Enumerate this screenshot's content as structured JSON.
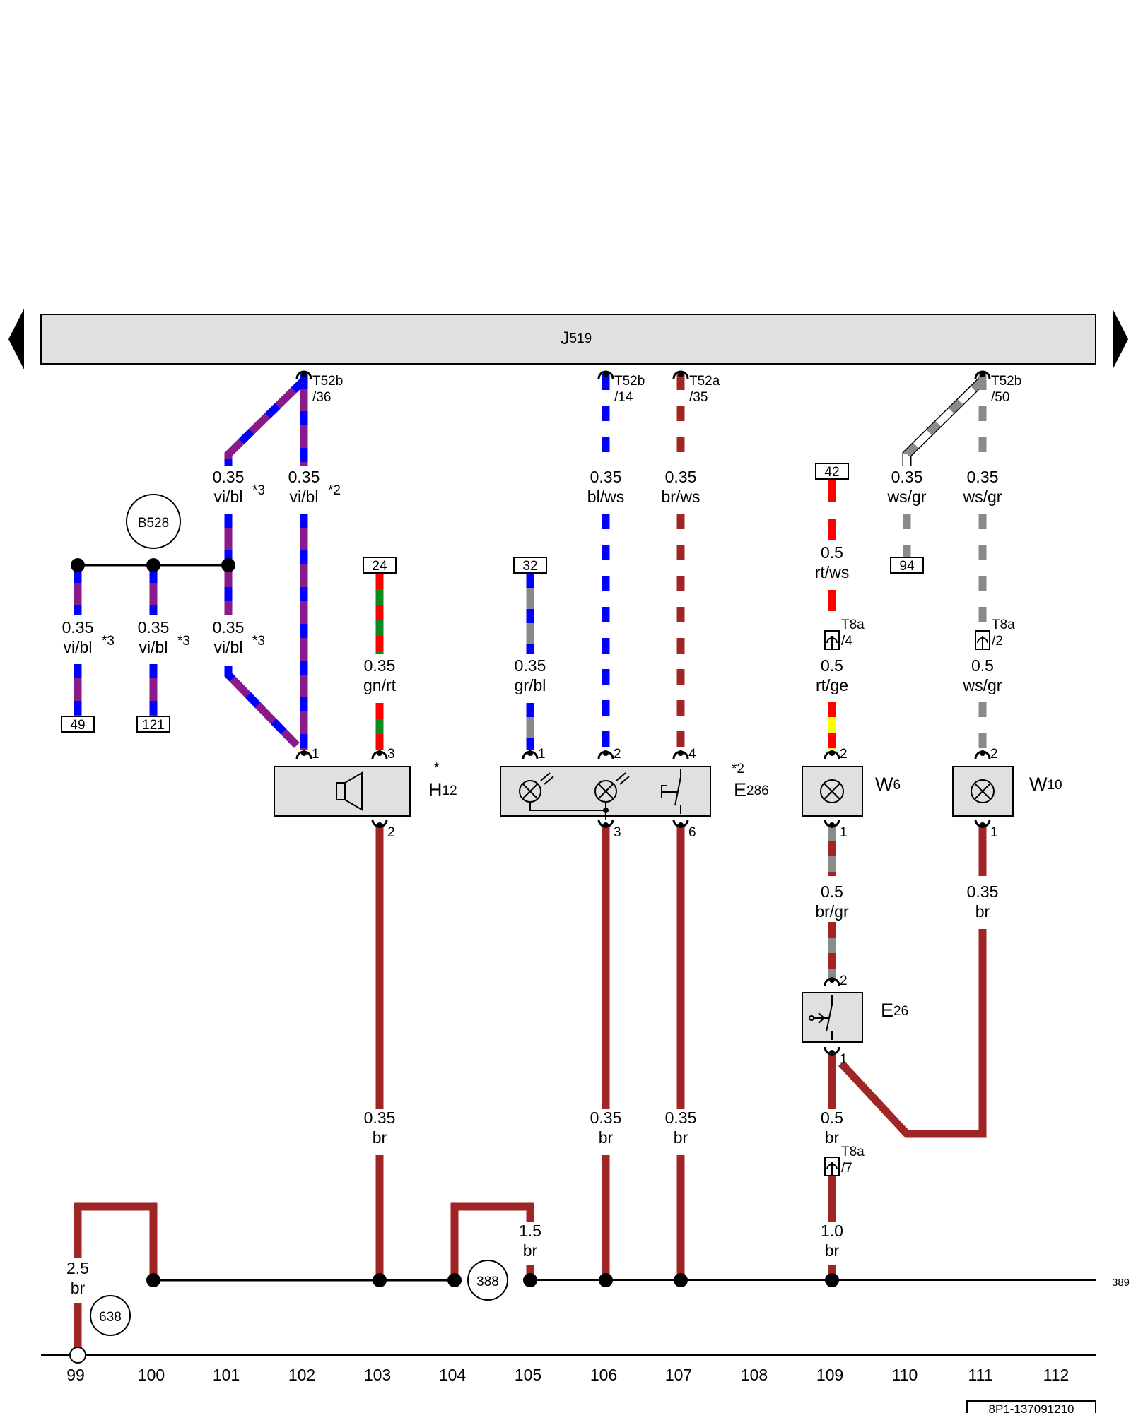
{
  "header": {
    "module": "J519",
    "module_letter": "J",
    "module_number": "519",
    "nav_prev_icon": "triangle-left-icon",
    "nav_next_icon": "triangle-right-icon"
  },
  "colors": {
    "violet": "#8a1a8a",
    "blue": "#0000ff",
    "brown": "#a02626",
    "white": "#ffffff",
    "red": "#ff0000",
    "green": "#0a8a22",
    "grey": "#8a8a8a",
    "yellow": "#ffff00",
    "component_fill": "#e0e0e0"
  },
  "connectors": {
    "t52b_36": [
      "T52b",
      "/36"
    ],
    "t52b_14": [
      "T52b",
      "/14"
    ],
    "t52a_35": [
      "T52a",
      "/35"
    ],
    "t52b_50": [
      "T52b",
      "/50"
    ],
    "t8a_4": [
      "T8a",
      "/4"
    ],
    "t8a_2": [
      "T8a",
      "/2"
    ],
    "t8a_7": [
      "T8a",
      "/7"
    ]
  },
  "wires": {
    "w101a": [
      "0.35",
      "vi/bl"
    ],
    "w102a": [
      "0.35",
      "vi/bl"
    ],
    "w106a": [
      "0.35",
      "bl/ws"
    ],
    "w107a": [
      "0.35",
      "br/ws"
    ],
    "w110a": [
      "0.35",
      "ws/gr"
    ],
    "w111a": [
      "0.35",
      "ws/gr"
    ],
    "w99b": [
      "0.35",
      "vi/bl"
    ],
    "w100b": [
      "0.35",
      "vi/bl"
    ],
    "w101b": [
      "0.35",
      "vi/bl"
    ],
    "w103": [
      "0.35",
      "gn/rt"
    ],
    "w105": [
      "0.35",
      "gr/bl"
    ],
    "w109a": [
      "0.5",
      "rt/ws"
    ],
    "w109b": [
      "0.5",
      "rt/ge"
    ],
    "w111b": [
      "0.5",
      "ws/gr"
    ],
    "w109c": [
      "0.5",
      "br/gr"
    ],
    "w111c": [
      "0.35",
      "br"
    ],
    "w103g": [
      "0.35",
      "br"
    ],
    "w106g": [
      "0.35",
      "br"
    ],
    "w107g": [
      "0.35",
      "br"
    ],
    "w109d": [
      "0.5",
      "br"
    ],
    "w109e": [
      "1.0",
      "br"
    ],
    "w105g": [
      "1.5",
      "br"
    ],
    "w99g": [
      "2.5",
      "br"
    ]
  },
  "footnotes": {
    "f3": "*3",
    "f2": "*2",
    "star": "*"
  },
  "terminals": {
    "t24": "24",
    "t32": "32",
    "t42": "42",
    "t94": "94",
    "t49": "49",
    "t121": "121"
  },
  "pins": {
    "p1": "1",
    "p2": "2",
    "p3": "3",
    "p4": "4",
    "p6": "6"
  },
  "grounds": {
    "b528": "B528",
    "g388": "388",
    "g638": "638",
    "continue_389": "389"
  },
  "components": {
    "h12": {
      "letter": "H",
      "number": "12",
      "icon": "speaker-icon"
    },
    "e286": {
      "letter": "E",
      "number": "286",
      "icons": [
        "lamp-icon",
        "lamp-icon",
        "switch-icon"
      ]
    },
    "w6": {
      "letter": "W",
      "number": "6",
      "icon": "lamp-icon"
    },
    "w10": {
      "letter": "W",
      "number": "10",
      "icon": "lamp-icon"
    },
    "e26": {
      "letter": "E",
      "number": "26",
      "icon": "door-switch-icon"
    }
  },
  "columns": [
    "99",
    "100",
    "101",
    "102",
    "103",
    "104",
    "105",
    "106",
    "107",
    "108",
    "109",
    "110",
    "111",
    "112"
  ],
  "reference": "8P1-137091210"
}
